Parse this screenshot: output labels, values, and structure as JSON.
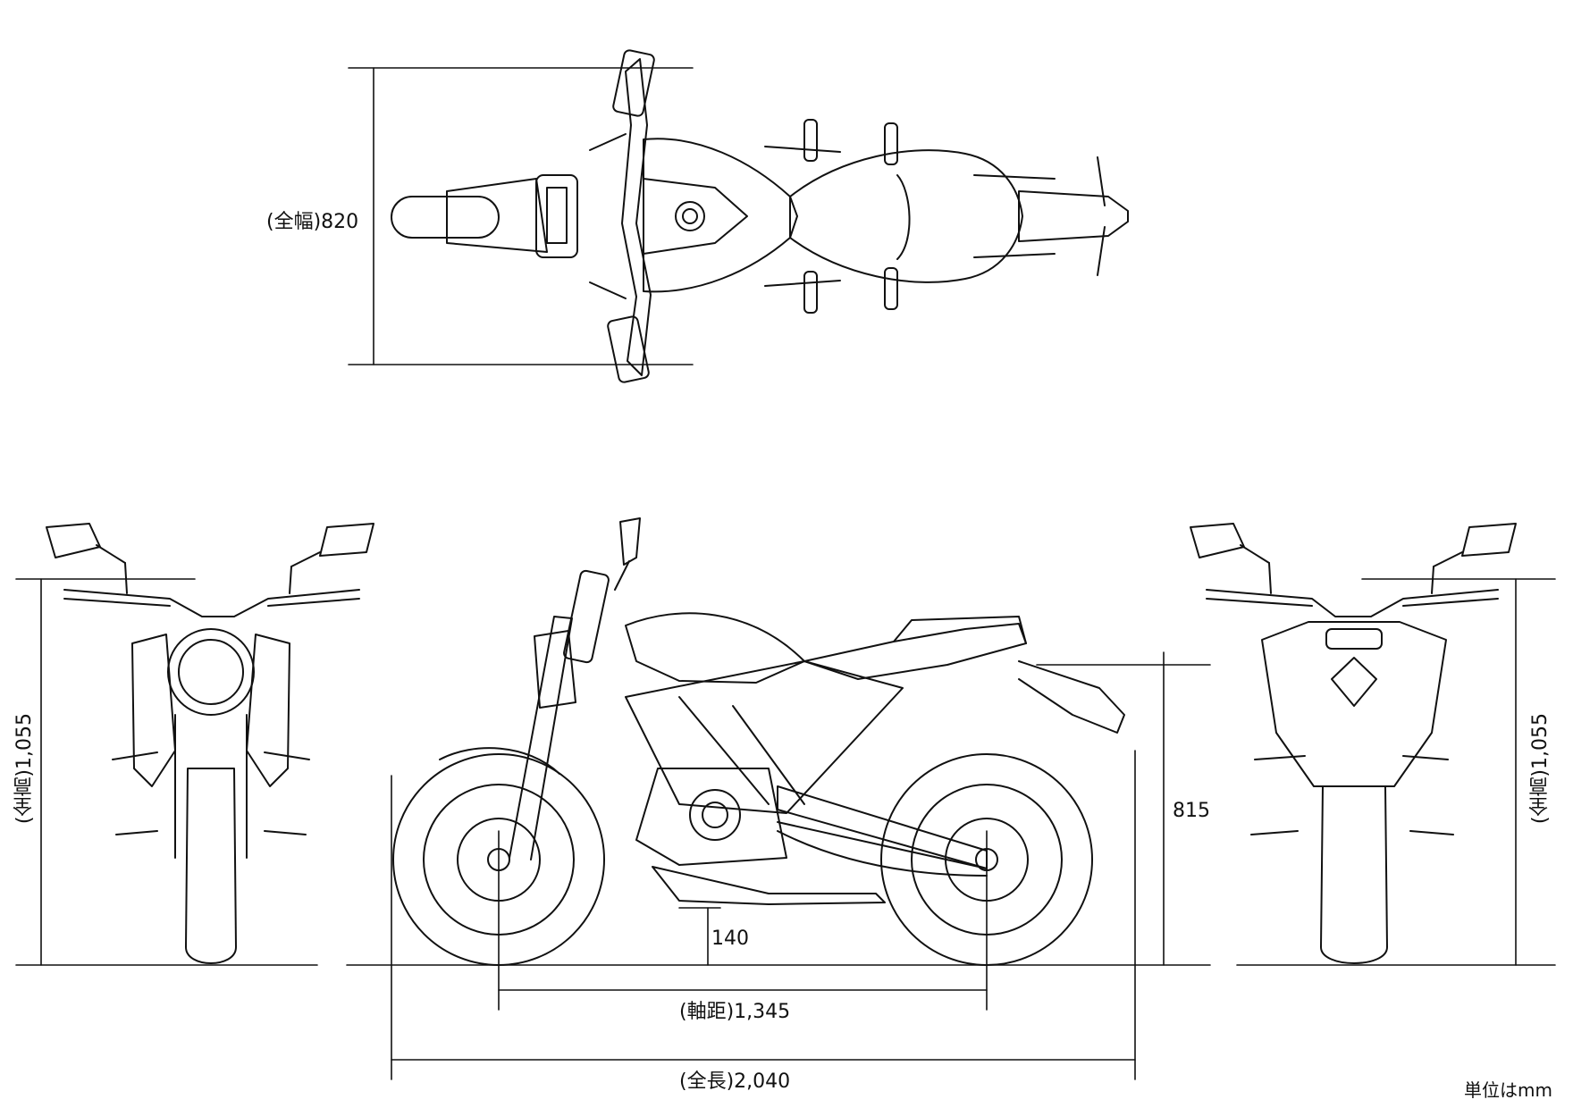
{
  "dimensions": {
    "overall_width": "(全幅)820",
    "overall_height_front": "(全高)1,055",
    "overall_height_rear": "(全高)1,055",
    "seat_height": "815",
    "ground_clearance": "140",
    "wheelbase": "(軸距)1,345",
    "overall_length": "(全長)2,040"
  },
  "unit_note": "単位はmm",
  "views": [
    "top-view",
    "front-view",
    "side-view",
    "rear-view"
  ]
}
